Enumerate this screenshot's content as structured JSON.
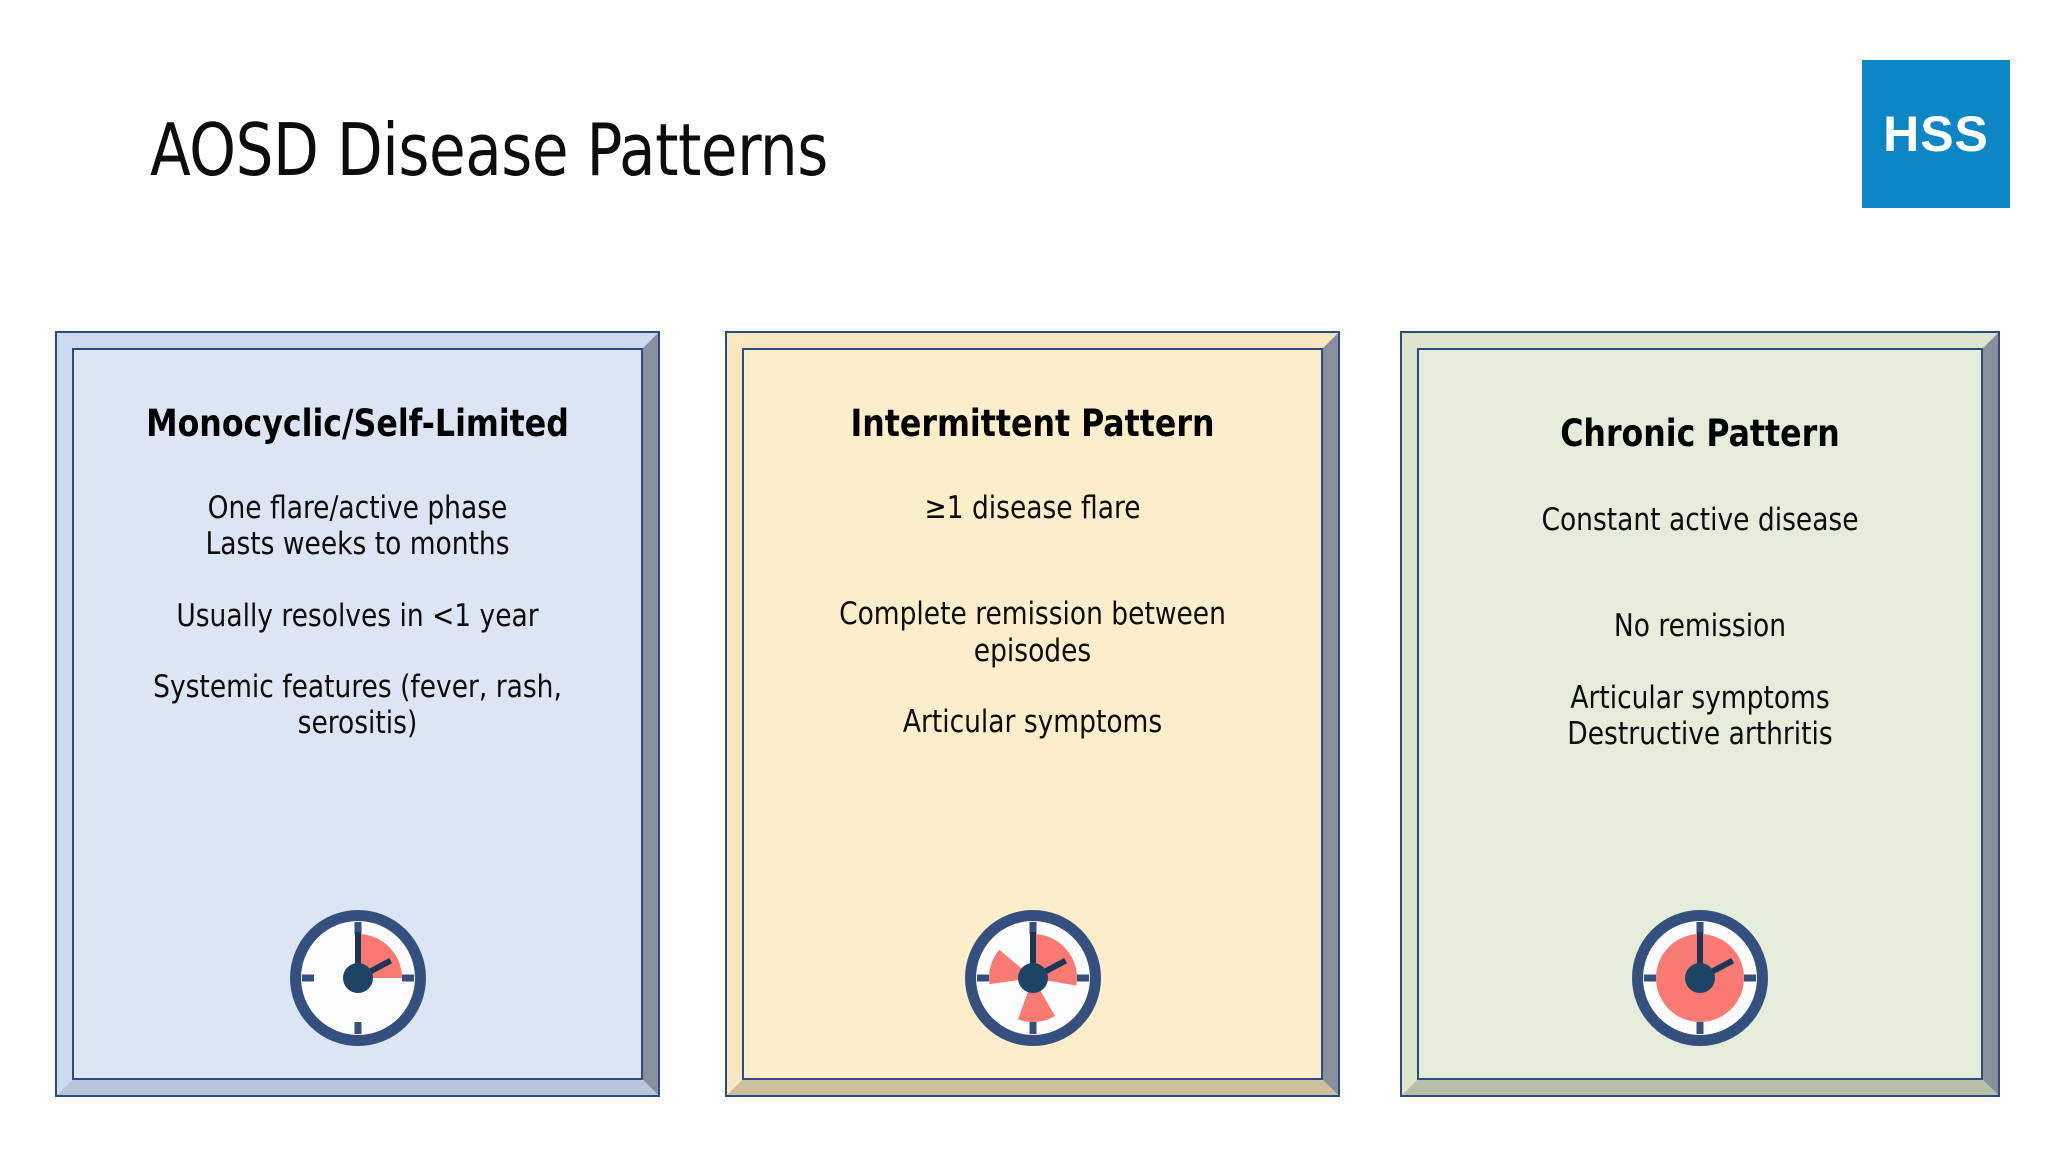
{
  "slide": {
    "title": "AOSD Disease Patterns",
    "background": "#ffffff"
  },
  "logo": {
    "text": "HSS",
    "background_color": "#0d86c6",
    "text_color": "#ffffff"
  },
  "palette": {
    "frame_border": "#2e4a82",
    "bevel_shadow": "#8a8f9e",
    "clock_ring": "#35507f",
    "clock_face": "#fdfdfd",
    "clock_accent": "#f87a73",
    "clock_hand": "#1d3557",
    "clock_hub": "#1d4464"
  },
  "cards": [
    {
      "id": "monocyclic",
      "title": "Monocyclic/Self-Limited",
      "fill_color": "#dce5f4",
      "bevel_light": "#ccd9ee",
      "bevel_bottom": "#b9c5dc",
      "lines": [
        "One flare/active phase",
        "Lasts weeks to months",
        "",
        "Usually resolves in <1 year",
        "",
        "Systemic features (fever, rash, serositis)"
      ],
      "clock": {
        "name": "clock-single-flare",
        "wedges": [
          {
            "start_deg": 0,
            "end_deg": 90
          }
        ],
        "full_disc": false,
        "minute_hand_deg": 0,
        "hour_hand_deg": 62
      }
    },
    {
      "id": "intermittent",
      "title": "Intermittent Pattern",
      "fill_color": "#fceeca",
      "bevel_light": "#f7e7bf",
      "bevel_bottom": "#cbbf9c",
      "lines": [
        "≥1 disease flare",
        "",
        "",
        "Complete remission between episodes",
        "",
        "Articular symptoms"
      ],
      "clock": {
        "name": "clock-intermittent-flares",
        "wedges": [
          {
            "start_deg": 0,
            "end_deg": 100
          },
          {
            "start_deg": 150,
            "end_deg": 200
          },
          {
            "start_deg": 262,
            "end_deg": 310
          }
        ],
        "full_disc": false,
        "minute_hand_deg": 0,
        "hour_hand_deg": 62
      }
    },
    {
      "id": "chronic",
      "title": "Chronic Pattern",
      "fill_color": "#e4ecda",
      "bevel_light": "#dbe5cd",
      "bevel_bottom": "#b6bfa8",
      "lines": [
        "Constant active disease",
        "",
        "",
        "No remission",
        "",
        "Articular symptoms",
        "Destructive arthritis"
      ],
      "clock": {
        "name": "clock-constant-disease",
        "wedges": [],
        "full_disc": true,
        "minute_hand_deg": 0,
        "hour_hand_deg": 62
      }
    }
  ]
}
